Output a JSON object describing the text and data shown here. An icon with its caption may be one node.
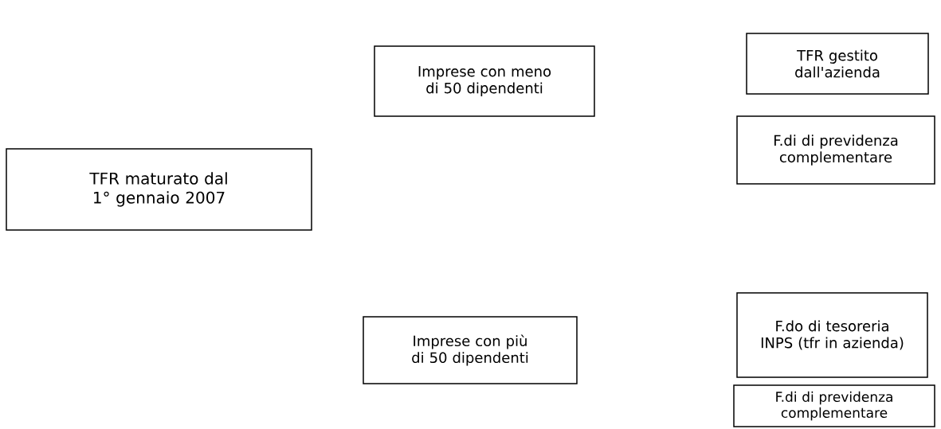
{
  "diagram": {
    "nodes": [
      {
        "text": [
          "TFR maturato dal 1° gennaio 2007"
        ]
      },
      {
        "text": [
          "Imprese con meno di 50 dipendenti"
        ]
      },
      {
        "text": [
          "TFR gestito dall'azienda"
        ]
      },
      {
        "text": [
          "F.di di previdenza complementare"
        ]
      },
      {
        "text": [
          "Imprese con più di 50 dipendenti"
        ]
      },
      {
        "text": [
          "F.do di tesoreria INPS (tfr in azienda)"
        ]
      },
      {
        "text": [
          "F.di di previdenza complementare"
        ]
      }
    ]
  }
}
